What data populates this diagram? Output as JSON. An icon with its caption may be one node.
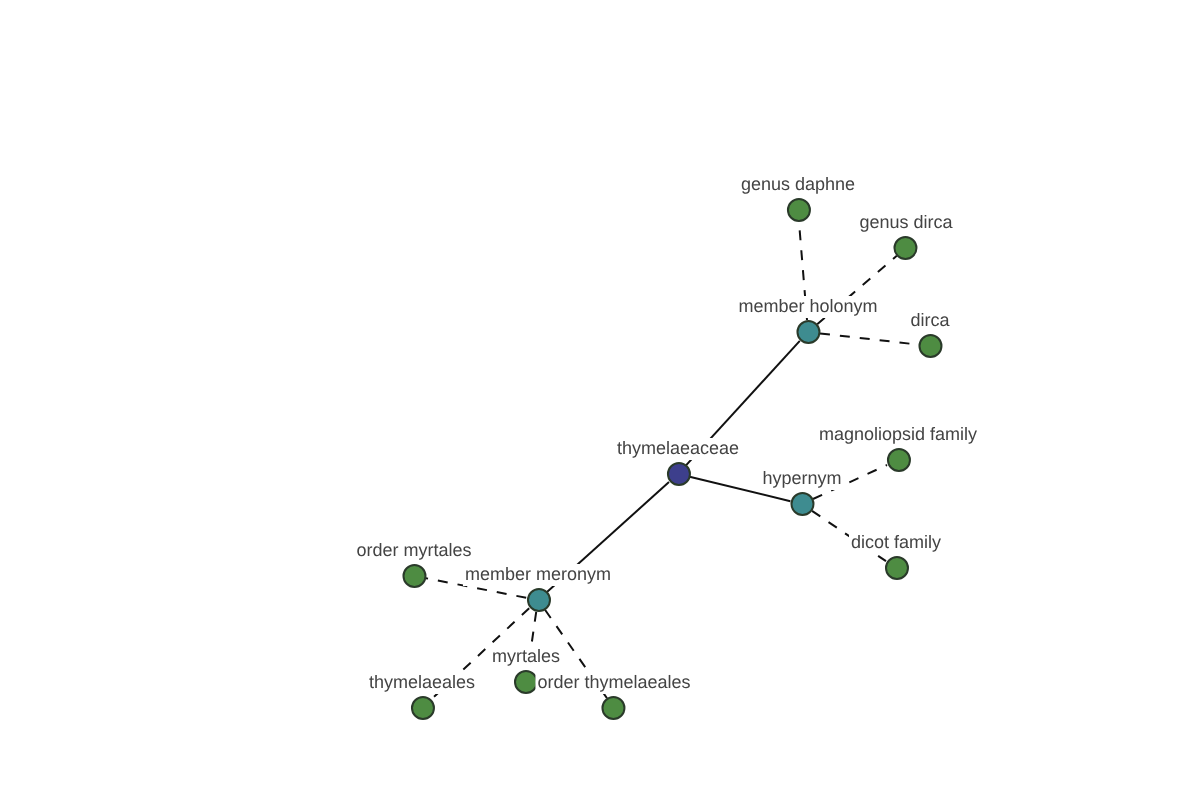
{
  "diagram": {
    "nodes": [
      {
        "text": [
          "thymelaeaceae"
        ]
      },
      {
        "text": [
          "member holonym"
        ]
      },
      {
        "text": [
          "genus daphne"
        ]
      },
      {
        "text": [
          "genus dirca"
        ]
      },
      {
        "text": [
          "dirca"
        ]
      },
      {
        "text": [
          "hypernym"
        ]
      },
      {
        "text": [
          "magnoliopsid family"
        ]
      },
      {
        "text": [
          "dicot family"
        ]
      },
      {
        "text": [
          "member meronym"
        ]
      },
      {
        "text": [
          "order myrtales"
        ]
      },
      {
        "text": [
          "myrtales"
        ]
      },
      {
        "text": [
          "thymelaeales"
        ]
      },
      {
        "text": [
          "order thymelaeales"
        ]
      }
    ],
    "edges": [
      {
        "from": 0,
        "to": 1,
        "arrow": "none"
      },
      {
        "from": 1,
        "to": 2,
        "arrow": "none",
        "style": "dashed"
      },
      {
        "from": 1,
        "to": 3,
        "arrow": "none",
        "style": "dashed"
      },
      {
        "from": 1,
        "to": 4,
        "arrow": "none",
        "style": "dashed"
      },
      {
        "from": 0,
        "to": 5,
        "arrow": "none"
      },
      {
        "from": 5,
        "to": 6,
        "arrow": "none",
        "style": "dashed"
      },
      {
        "from": 5,
        "to": 7,
        "arrow": "none",
        "style": "dashed"
      },
      {
        "from": 0,
        "to": 8,
        "arrow": "none"
      },
      {
        "from": 8,
        "to": 9,
        "arrow": "none",
        "style": "dashed"
      },
      {
        "from": 8,
        "to": 10,
        "arrow": "none",
        "style": "dashed"
      },
      {
        "from": 8,
        "to": 11,
        "arrow": "none",
        "style": "dashed"
      },
      {
        "from": 8,
        "to": 12,
        "arrow": "none",
        "style": "dashed"
      }
    ]
  }
}
